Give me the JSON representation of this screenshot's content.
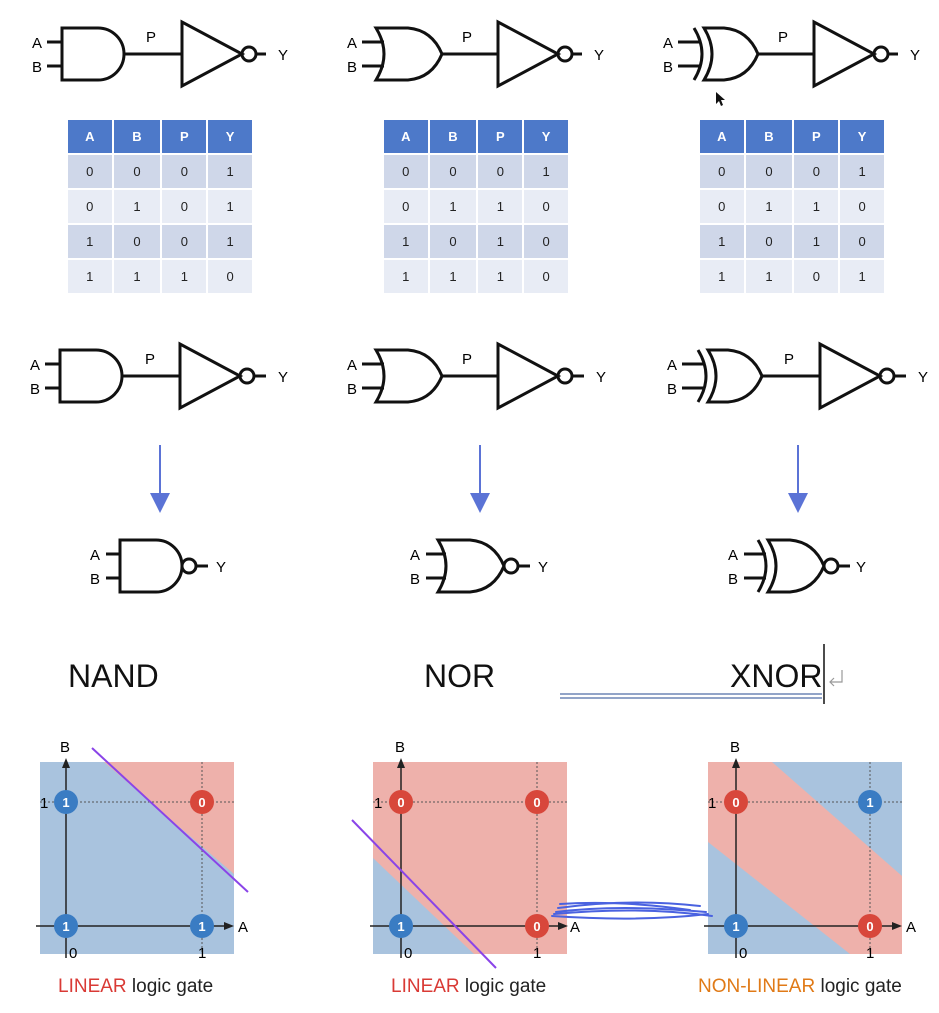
{
  "columns": [
    {
      "gate": "NAND",
      "top_labels": {
        "a": "A",
        "b": "B",
        "p": "P",
        "y": "Y"
      },
      "table": {
        "headers": [
          "A",
          "B",
          "P",
          "Y"
        ],
        "rows": [
          [
            "0",
            "0",
            "0",
            "1"
          ],
          [
            "0",
            "1",
            "0",
            "1"
          ],
          [
            "1",
            "0",
            "0",
            "1"
          ],
          [
            "1",
            "1",
            "1",
            "0"
          ]
        ]
      },
      "final_labels": {
        "a": "A",
        "b": "B",
        "y": "Y"
      },
      "plot": {
        "axis_x": "A",
        "axis_y": "B",
        "tick_x0": "0",
        "tick_x1": "1",
        "tick_y1": "1",
        "points": [
          {
            "a": 0,
            "b": 1,
            "value": "1",
            "color": "#3a7cc3"
          },
          {
            "a": 1,
            "b": 1,
            "value": "0",
            "color": "#d8473b"
          },
          {
            "a": 0,
            "b": 0,
            "value": "1",
            "color": "#3a7cc3"
          },
          {
            "a": 1,
            "b": 0,
            "value": "1",
            "color": "#3a7cc3"
          }
        ]
      },
      "caption_highlight": "LINEAR",
      "caption_rest": " logic gate"
    },
    {
      "gate": "NOR",
      "top_labels": {
        "a": "A",
        "b": "B",
        "p": "P",
        "y": "Y"
      },
      "table": {
        "headers": [
          "A",
          "B",
          "P",
          "Y"
        ],
        "rows": [
          [
            "0",
            "0",
            "0",
            "1"
          ],
          [
            "0",
            "1",
            "1",
            "0"
          ],
          [
            "1",
            "0",
            "1",
            "0"
          ],
          [
            "1",
            "1",
            "1",
            "0"
          ]
        ]
      },
      "final_labels": {
        "a": "A",
        "b": "B",
        "y": "Y"
      },
      "plot": {
        "axis_x": "A",
        "axis_y": "B",
        "tick_x0": "0",
        "tick_x1": "1",
        "tick_y1": "1",
        "points": [
          {
            "a": 0,
            "b": 1,
            "value": "0",
            "color": "#d8473b"
          },
          {
            "a": 1,
            "b": 1,
            "value": "0",
            "color": "#d8473b"
          },
          {
            "a": 0,
            "b": 0,
            "value": "1",
            "color": "#3a7cc3"
          },
          {
            "a": 1,
            "b": 0,
            "value": "0",
            "color": "#d8473b"
          }
        ]
      },
      "caption_highlight": "LINEAR",
      "caption_rest": " logic gate"
    },
    {
      "gate": "XNOR",
      "top_labels": {
        "a": "A",
        "b": "B",
        "p": "P",
        "y": "Y"
      },
      "table": {
        "headers": [
          "A",
          "B",
          "P",
          "Y"
        ],
        "rows": [
          [
            "0",
            "0",
            "0",
            "1"
          ],
          [
            "0",
            "1",
            "1",
            "0"
          ],
          [
            "1",
            "0",
            "1",
            "0"
          ],
          [
            "1",
            "1",
            "0",
            "1"
          ]
        ]
      },
      "final_labels": {
        "a": "A",
        "b": "B",
        "y": "Y"
      },
      "plot": {
        "axis_x": "A",
        "axis_y": "B",
        "tick_x0": "0",
        "tick_x1": "1",
        "tick_y1": "1",
        "points": [
          {
            "a": 0,
            "b": 1,
            "value": "0",
            "color": "#d8473b"
          },
          {
            "a": 1,
            "b": 1,
            "value": "1",
            "color": "#3a7cc3"
          },
          {
            "a": 0,
            "b": 0,
            "value": "1",
            "color": "#3a7cc3"
          },
          {
            "a": 1,
            "b": 0,
            "value": "0",
            "color": "#d8473b"
          }
        ]
      },
      "caption_highlight": "NON-LINEAR",
      "caption_rest": " logic gate"
    }
  ],
  "colors": {
    "table_header": "#4d79c9",
    "region_blue": "#a9c3de",
    "region_red": "#eeb1ab",
    "separator_line": "#8a44e8",
    "arrow": "#5b73d6",
    "highlight_linear": "#d93a35",
    "highlight_nonlinear": "#e07a17"
  }
}
